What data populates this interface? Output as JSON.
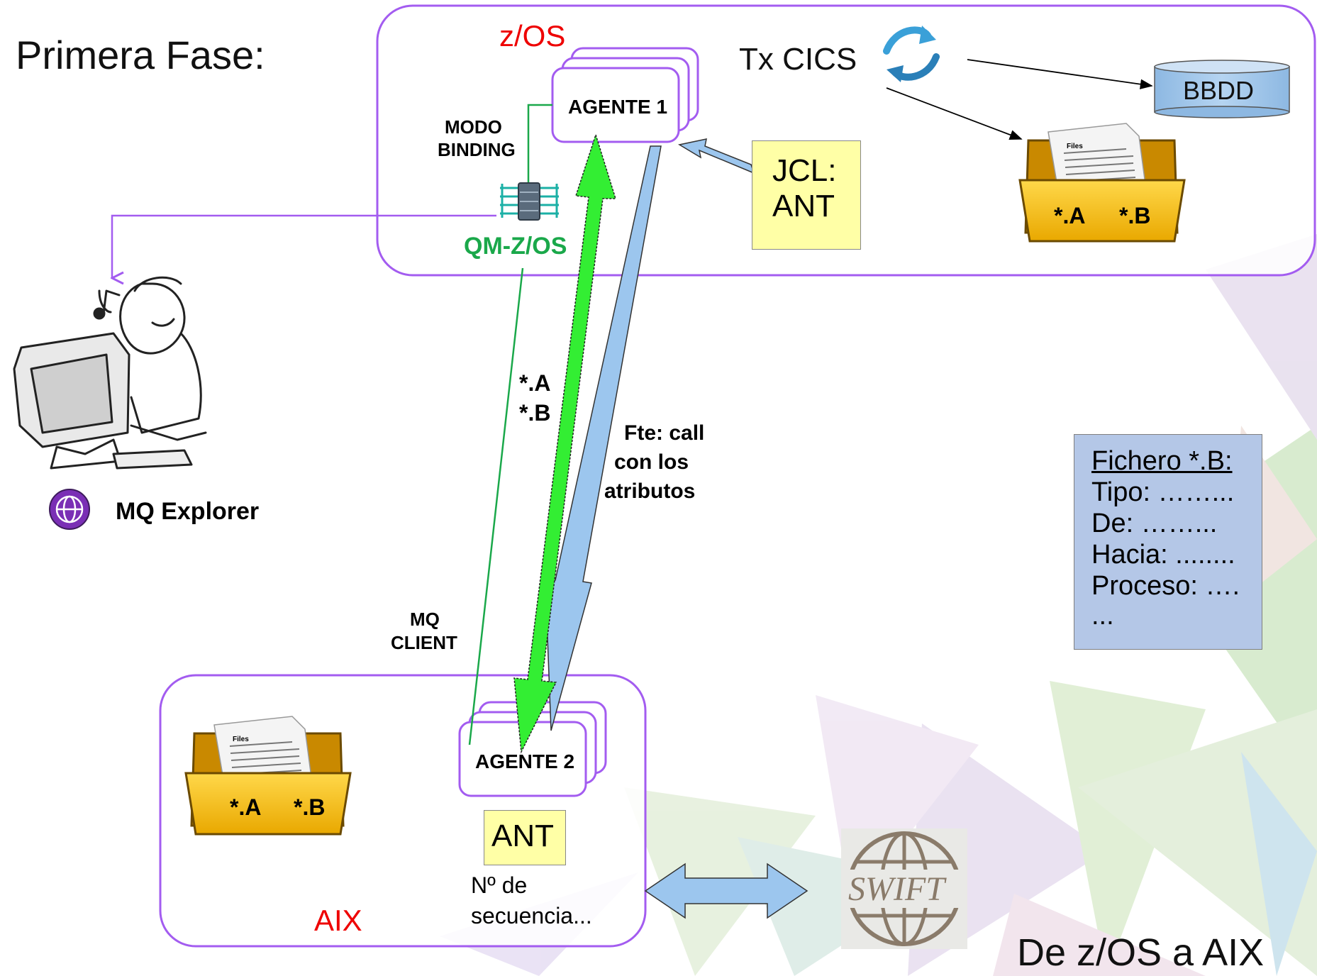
{
  "title": "Primera Fase:",
  "footer": "De z/OS a AIX",
  "zos": {
    "label": "z/OS",
    "agent": "AGENTE 1",
    "mode": [
      "MODO",
      "BINDING"
    ],
    "qm": "QM-Z/OS",
    "tx": "Tx CICS",
    "db": "BBDD",
    "jcl": [
      "JCL:",
      "ANT"
    ],
    "folder_files": [
      "*.A",
      "*.B"
    ],
    "doc_title": "Files"
  },
  "aix": {
    "label": "AIX",
    "agent": "AGENTE 2",
    "ant": "ANT",
    "seq": [
      "Nº de",
      "secuencia..."
    ],
    "folder_files": [
      "*.A",
      "*.B"
    ],
    "doc_title": "Files"
  },
  "transfer": {
    "files": [
      "*.A",
      "*.B"
    ],
    "call": [
      "Fte: call",
      "con los",
      "atributos"
    ],
    "client": [
      "MQ",
      "CLIENT"
    ]
  },
  "explorer": "MQ Explorer",
  "swift": "SWIFT",
  "info_note": {
    "header": "Fichero *.B:",
    "lines": [
      "Tipo: ……...",
      "De: ……...",
      "Hacia: ........",
      "Proceso: ….",
      "..."
    ]
  },
  "colors": {
    "frame": "#a35cf0",
    "green_arrow": "#33ee33",
    "blue_arrow": "#9cc6ee",
    "qm_green": "#1aa84a",
    "red_label": "#ee0000",
    "note_yellow": "#ffffa6",
    "info_blue": "#b4c7e7",
    "folder": "#f8c200",
    "db_blue": "#9dc3e6"
  }
}
